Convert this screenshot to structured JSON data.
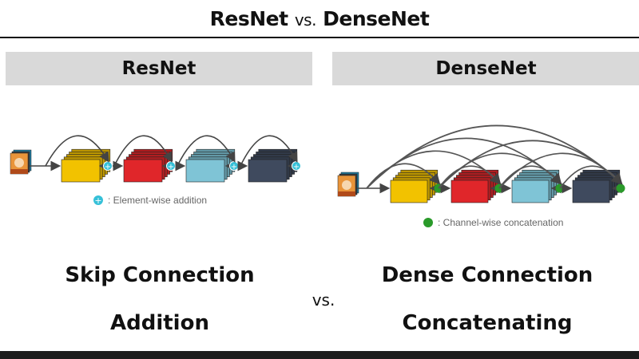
{
  "title": {
    "main_left": "ResNet",
    "vs": "vs.",
    "main_right": "DenseNet"
  },
  "panels": {
    "left_header": "ResNet",
    "right_header": "DenseNet"
  },
  "resnet": {
    "legend": ": Element-wise addition",
    "legend_symbol": "+",
    "block_colors": [
      "#f2c200",
      "#e0262a",
      "#7fc4d6",
      "#3f4a5e"
    ],
    "accent": "#35c0d8"
  },
  "densenet": {
    "legend": ": Channel-wise concatenation",
    "block_colors": [
      "#f2c200",
      "#e0262a",
      "#7fc4d6",
      "#3f4a5e"
    ],
    "accent": "#2a9a2a"
  },
  "labels": {
    "skip": "Skip Connection",
    "addition": "Addition",
    "vs": "vs.",
    "dense": "Dense Connection",
    "concat": "Concatenating"
  }
}
